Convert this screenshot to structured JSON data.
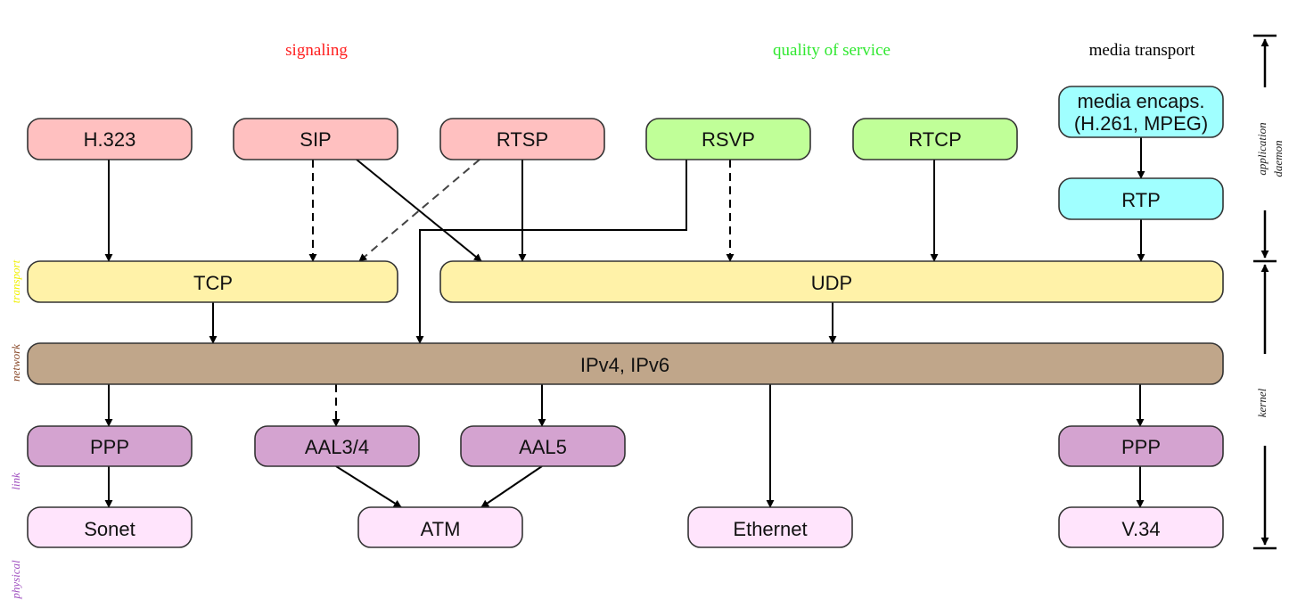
{
  "colors": {
    "signaling": "#ffc0c0",
    "qos": "#c0ff98",
    "media": "#a0ffff",
    "transport": "#fff2a8",
    "network": "#c0a68a",
    "link": "#d4a3d0",
    "physical": "#ffe4fc",
    "header_signaling": "#ff2020",
    "header_qos": "#30e830",
    "header_media": "#000000",
    "side_transport": "#f0f000",
    "side_network": "#8a4a2a",
    "side_link": "#a050c0",
    "side_physical": "#a050c0",
    "side_right": "#202020"
  },
  "headers": {
    "signaling": "signaling",
    "qos": "quality of service",
    "media": "media transport"
  },
  "side_labels_left": {
    "transport": "transport",
    "network": "network",
    "link": "link",
    "physical": "physical"
  },
  "side_labels_right": {
    "application": "application",
    "daemon": "daemon",
    "kernel": "kernel"
  },
  "nodes": {
    "h323": "H.323",
    "sip": "SIP",
    "rtsp": "RTSP",
    "rsvp": "RSVP",
    "rtcp": "RTCP",
    "media_encaps_1": "media encaps.",
    "media_encaps_2": "(H.261, MPEG)",
    "rtp": "RTP",
    "tcp": "TCP",
    "udp": "UDP",
    "ip": "IPv4, IPv6",
    "ppp_left": "PPP",
    "aal34": "AAL3/4",
    "aal5": "AAL5",
    "ppp_right": "PPP",
    "sonet": "Sonet",
    "atm": "ATM",
    "ethernet": "Ethernet",
    "v34": "V.34"
  }
}
